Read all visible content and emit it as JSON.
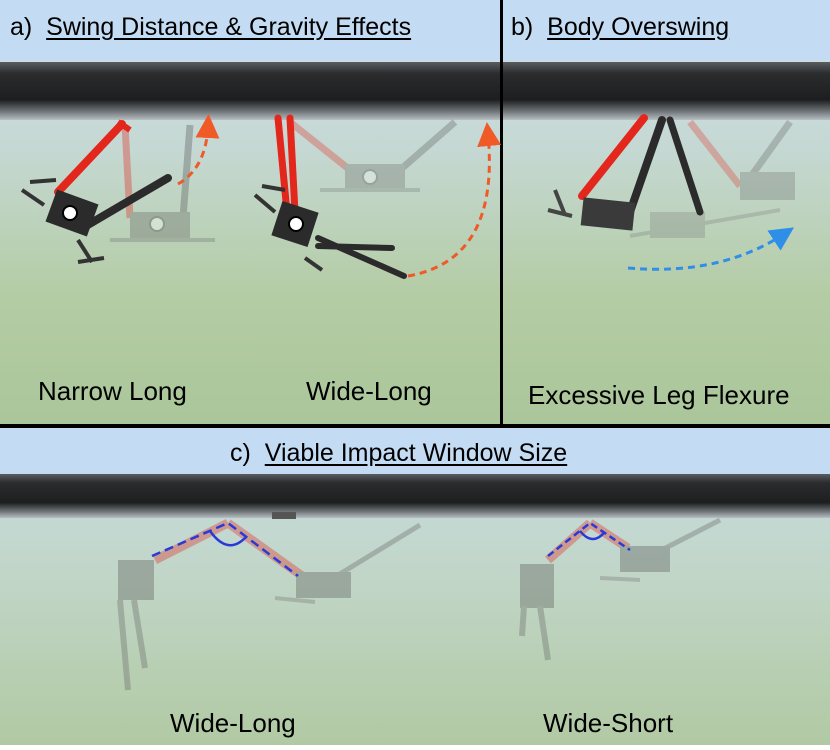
{
  "panels": {
    "a": {
      "letter": "a)",
      "title": "Swing Distance & Gravity Effects",
      "captions": [
        "Narrow Long",
        "Wide-Long"
      ]
    },
    "b": {
      "letter": "b)",
      "title": "Body Overswing",
      "caption": "Excessive Leg Flexure"
    },
    "c": {
      "letter": "c)",
      "title": "Viable Impact Window Size",
      "captions": [
        "Wide-Long",
        "Wide-Short"
      ]
    }
  },
  "colors": {
    "sky": "#c4dcf3",
    "ground": "#a9c696",
    "rail": "#2f3133",
    "leg_red": "#e3271d",
    "leg_dark": "#2b2b2b",
    "arrow_orange": "#ef5a27",
    "arrow_blue": "#2e8fe8",
    "angle_blue": "#2a3ad6"
  }
}
